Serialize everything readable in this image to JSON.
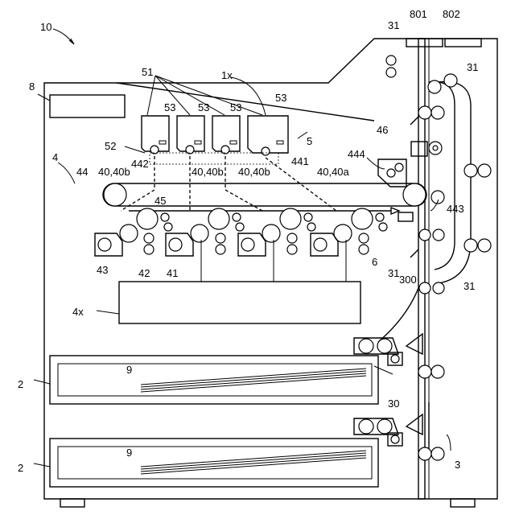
{
  "labels": {
    "apparatus": "10",
    "cover": "8",
    "image_forming": "4",
    "belt_roller": "44",
    "station_label_left": "40,40b",
    "station_label_b2": "40,40b",
    "station_label_b3": "40,40b",
    "station_label_a": "40,40a",
    "tension_roller": "442",
    "belt": "441",
    "cleaner": "444",
    "drive_roller": "443",
    "primary_transfer": "45",
    "developer": "43",
    "charger": "42",
    "drum": "41",
    "sensor": "6",
    "paper_path": "300",
    "laser": "4x",
    "toner_group": "51",
    "toner_1": "53",
    "toner_2": "53",
    "toner_3": "53",
    "toner_4": "53",
    "supply_pipe": "52",
    "hopper": "1x",
    "toner_unit": "5",
    "fixing": "46",
    "roller_31_top": "31",
    "roller_31_right": "31",
    "roller_31_mid": "31",
    "roller_31_low": "31",
    "output_tray_1": "801",
    "output_tray_2": "802",
    "cassette_1": "2",
    "cassette_2": "2",
    "sheet_1": "9",
    "sheet_2": "9",
    "feeder": "30",
    "manual_feed": "3"
  }
}
